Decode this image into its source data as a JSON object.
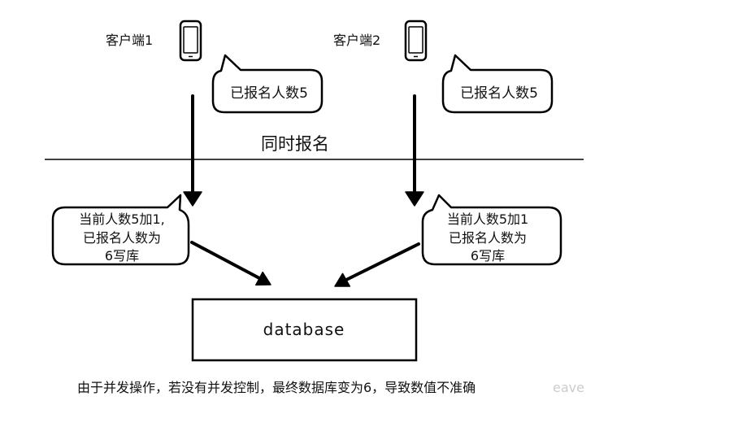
{
  "clients": [
    {
      "label": "客户端1",
      "icon": "phone-icon",
      "read_bubble": "已报名人数5",
      "write_bubble": [
        "当前人数5加1,",
        "已报名人数为",
        "6写库"
      ]
    },
    {
      "label": "客户端2",
      "icon": "phone-icon",
      "read_bubble": "已报名人数5",
      "write_bubble": [
        "当前人数5加1",
        "已报名人数为",
        "6写库"
      ]
    }
  ],
  "divider_label": "同时报名",
  "database_label": "database",
  "caption": "由于并发操作，若没有并发控制，最终数据库变为6，导致数值不准确",
  "watermark": "eave",
  "colors": {
    "background": "#ffffff",
    "stroke": "#000000",
    "watermark": "#cccccc"
  }
}
